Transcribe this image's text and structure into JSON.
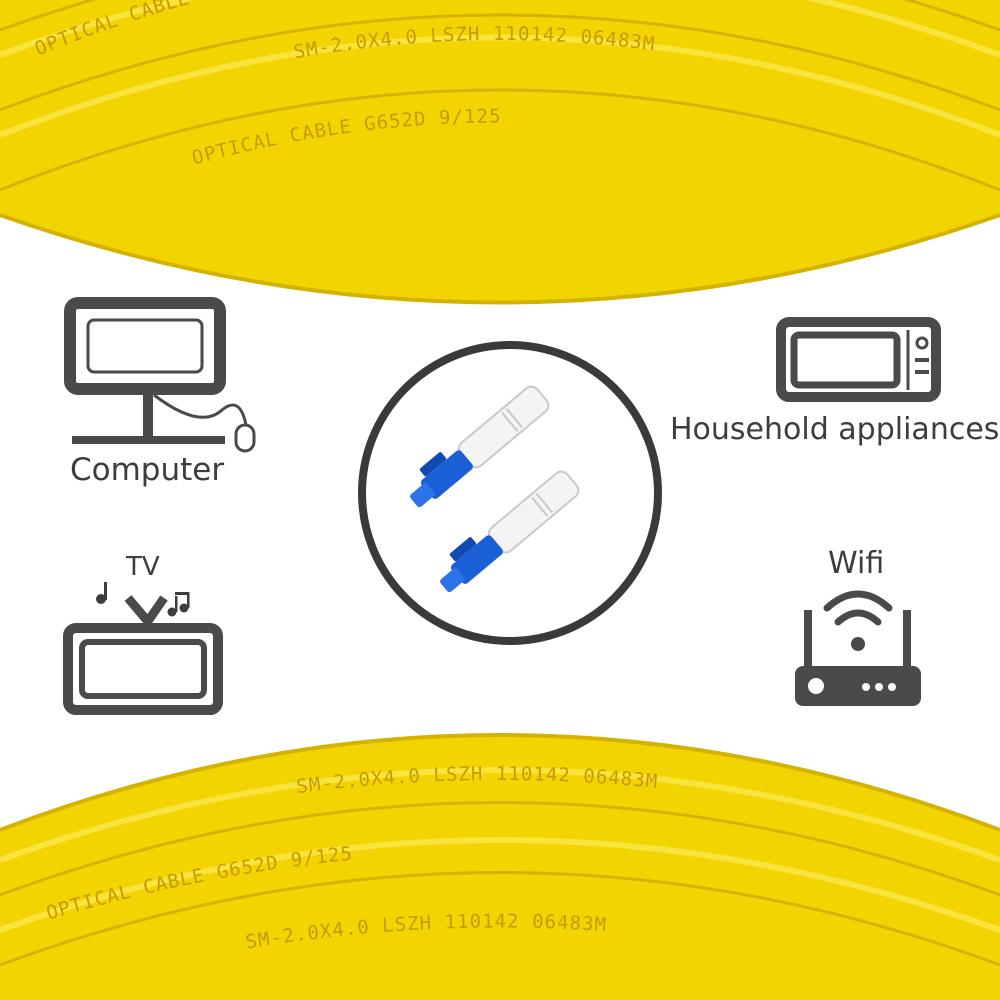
{
  "colors": {
    "cable": "#f2d400",
    "cable_dark": "#d4b300",
    "icon_gray": "#4a4a4a",
    "connector_blue": "#1a5fd6"
  },
  "labels": {
    "computer": "Computer",
    "household_appliances": "Household appliances",
    "tv": "TV",
    "wifi": "Wifi"
  },
  "cable_print": {
    "line1": "OPTICAL CABLE G652D 9/125",
    "line2": "SM-2.0X4.0 LSZH 110142 06483M"
  },
  "icons": [
    "computer-icon",
    "microwave-icon",
    "tv-icon",
    "wifi-router-icon",
    "lc-connector-icon"
  ]
}
